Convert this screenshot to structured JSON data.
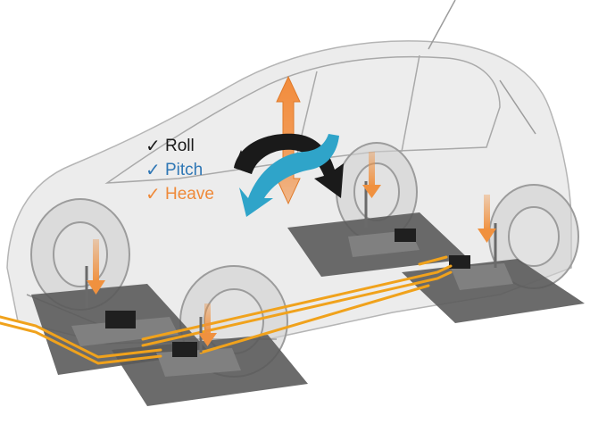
{
  "legend": {
    "items": [
      {
        "check": "✓",
        "label": "Roll",
        "color": "#1a1a1a"
      },
      {
        "check": "✓",
        "label": "Pitch",
        "color": "#2f77b5"
      },
      {
        "check": "✓",
        "label": "Heave",
        "color": "#ef8a3a"
      }
    ]
  },
  "colors": {
    "roll_arrow": "#1a1a1a",
    "pitch_arrow": "#2fa4c9",
    "heave_arrow": "#f28c3c",
    "actuator_arrow": "#f0913f",
    "hydraulic_line": "#f0a21c",
    "platform": "#5b5b5b",
    "car_ghost": "#c8c8c8"
  },
  "icons": {
    "roll": "curved-double-arrow-icon",
    "pitch": "curved-double-arrow-icon",
    "heave": "vertical-double-arrow-icon"
  }
}
